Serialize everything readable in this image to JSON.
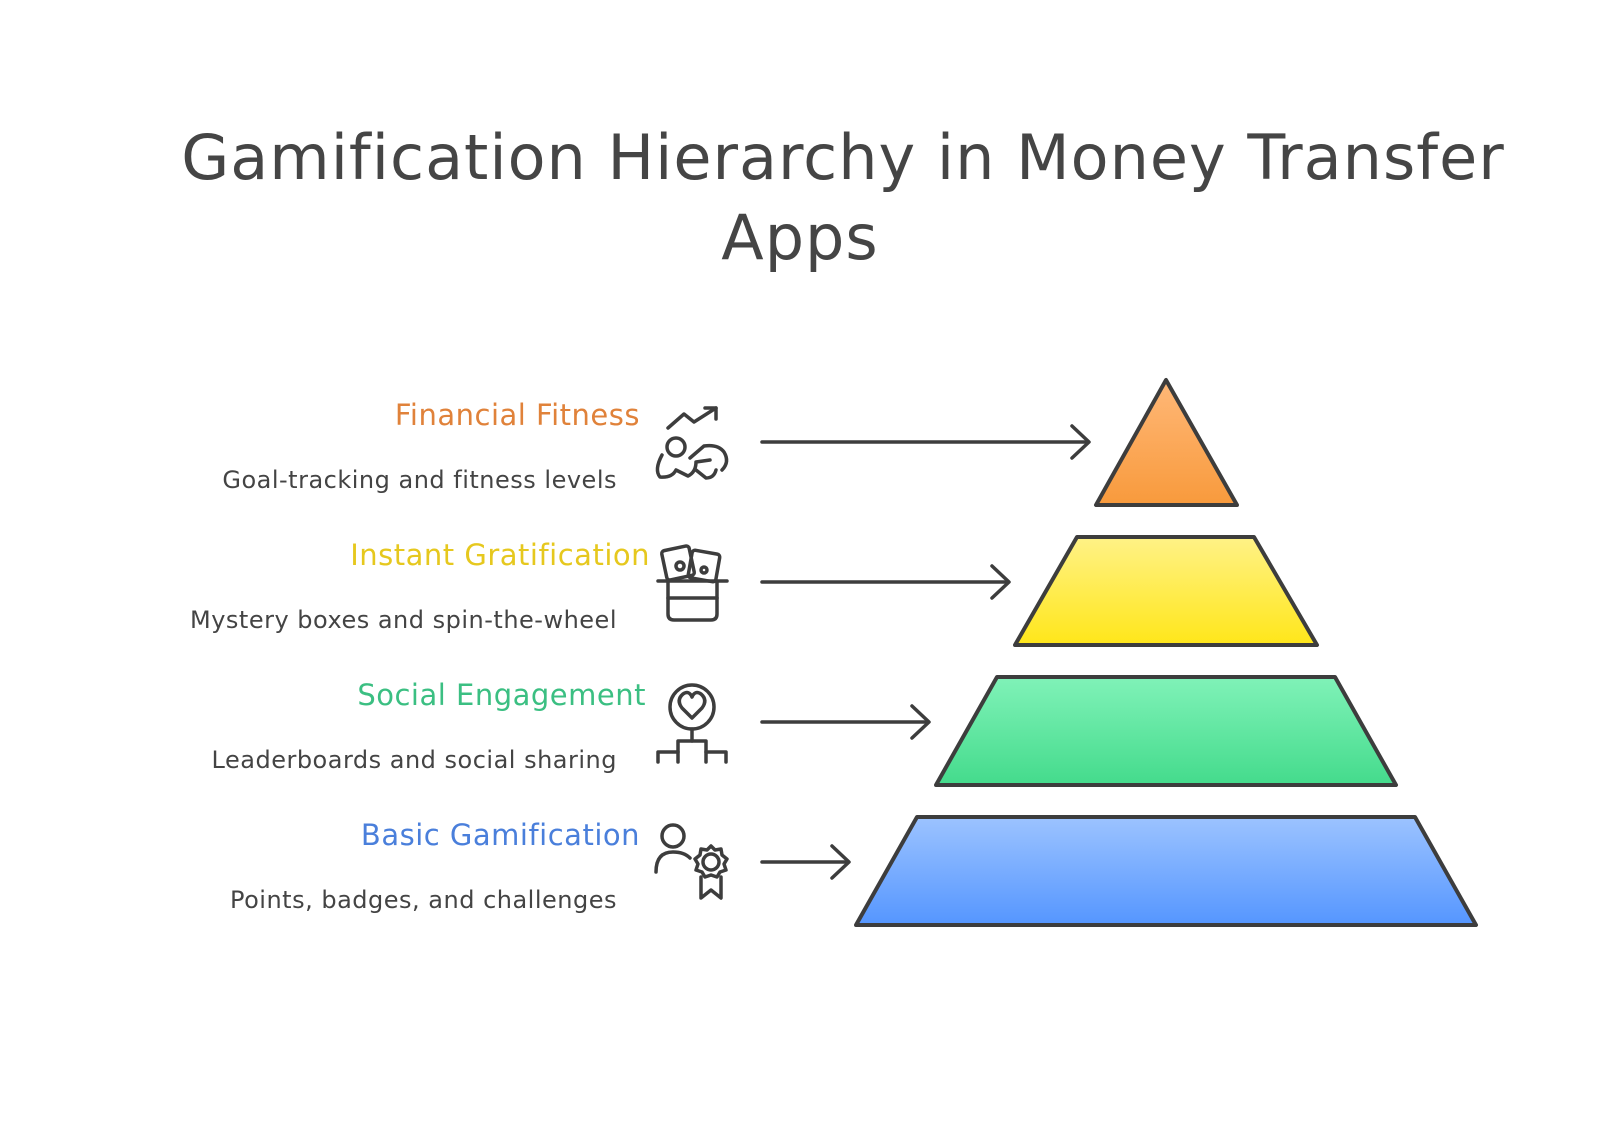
{
  "title": {
    "line1": "Gamification Hierarchy in Money Transfer",
    "line2": "Apps"
  },
  "levels": [
    {
      "label": "Financial Fitness",
      "description": "Goal-tracking and fitness levels",
      "icon": "fitness-trend-icon",
      "color": "#E0823A",
      "fill_top": "#FFB878",
      "fill_bottom": "#F89A3C"
    },
    {
      "label": "Instant Gratification",
      "description": "Mystery boxes and spin-the-wheel",
      "icon": "mystery-box-icon",
      "color": "#E6C81E",
      "fill_top": "#FFF287",
      "fill_bottom": "#FFE619"
    },
    {
      "label": "Social Engagement",
      "description": "Leaderboards and social sharing",
      "icon": "leaderboard-heart-icon",
      "color": "#3BBF82",
      "fill_top": "#80F2B8",
      "fill_bottom": "#44DB8C"
    },
    {
      "label": "Basic Gamification",
      "description": "Points, badges, and challenges",
      "icon": "user-badge-icon",
      "color": "#4A7FDB",
      "fill_top": "#9CC3FF",
      "fill_bottom": "#5596FF"
    }
  ]
}
